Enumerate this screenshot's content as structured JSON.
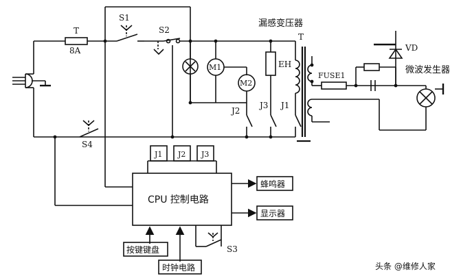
{
  "labels": {
    "fuse_main": "T",
    "fuse_main_rating": "8A",
    "switch_s1": "S1",
    "switch_s2": "S2",
    "switch_s3": "S3",
    "switch_s4": "S4",
    "motor_m1": "M1",
    "motor_m2": "M2",
    "heater_eh": "EH",
    "relay_contact_j1": "J1",
    "relay_contact_j2": "J2",
    "relay_contact_j3": "J3",
    "transformer_title": "漏感变压器",
    "transformer_t": "T",
    "fuse_hv": "FUSE1",
    "diode_vd": "VD",
    "magnetron_label": "微波发生器",
    "cpu_box": "CPU 控制电路",
    "relay_j1_box": "J1",
    "relay_j2_box": "J2",
    "relay_j3_box": "J3",
    "buzzer": "蜂鸣器",
    "display": "显示器",
    "keypad": "按键键盘",
    "clock": "时钟电路",
    "watermark": "头条 @维修人家"
  }
}
